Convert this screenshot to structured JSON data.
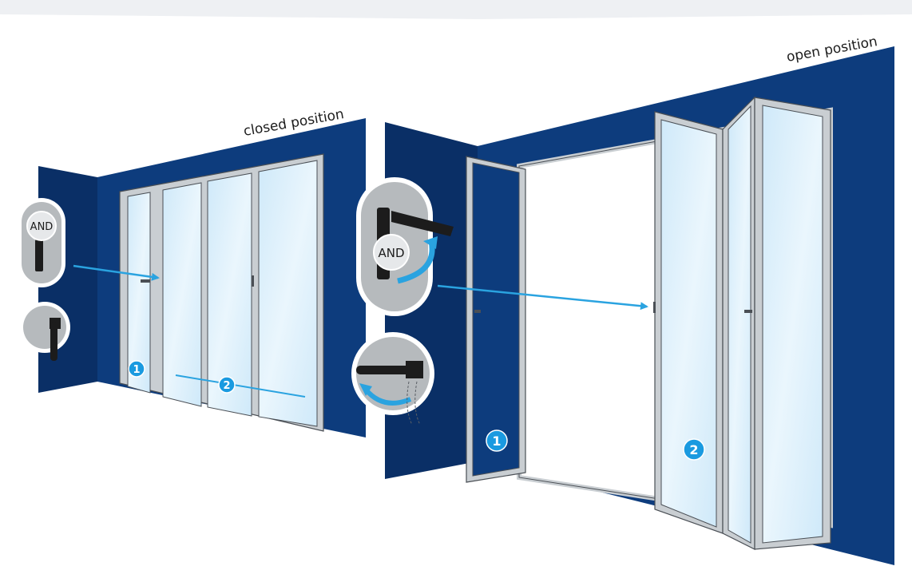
{
  "labels": {
    "closed": "closed position",
    "open": "open position"
  },
  "badges": {
    "and": "AND",
    "step_one": "1",
    "step_two": "2"
  },
  "colors": {
    "wall": "#0d3c7d",
    "wall_dark": "#0a2f66",
    "glass": "#d8eefb",
    "frame": "#c9ced2",
    "frame_edge": "#4a4f55",
    "arrow": "#2aa3e0",
    "badge": "#1a9ae0",
    "inset_bg": "#b6babd"
  },
  "icons": {
    "handle_inset": "lever-handle-icon",
    "rotate_arrow": "rotate-arrow-icon"
  }
}
